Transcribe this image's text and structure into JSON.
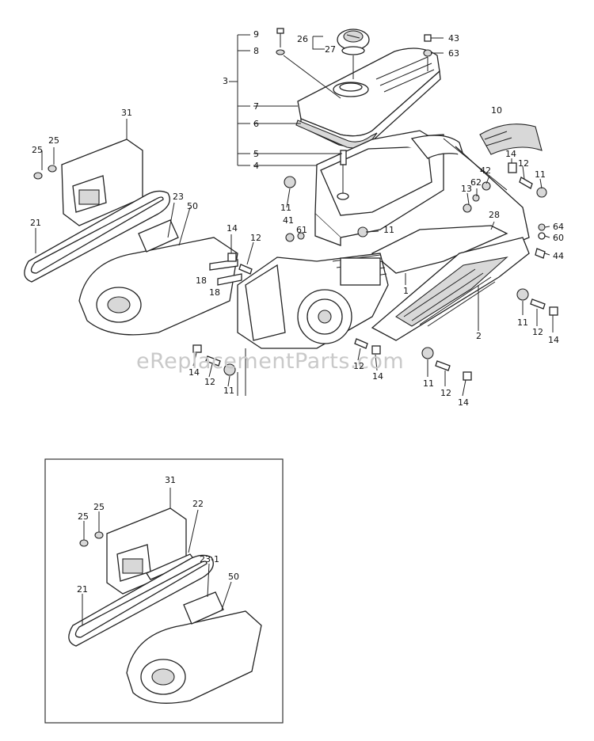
{
  "watermark": "eReplacementParts.com",
  "labels": [
    {
      "id": "l9",
      "text": "9"
    },
    {
      "id": "l8",
      "text": "8"
    },
    {
      "id": "l3",
      "text": "3"
    },
    {
      "id": "l7",
      "text": "7"
    },
    {
      "id": "l6",
      "text": "6"
    },
    {
      "id": "l5",
      "text": "5"
    },
    {
      "id": "l4",
      "text": "4"
    },
    {
      "id": "l26",
      "text": "26"
    },
    {
      "id": "l27",
      "text": "27"
    },
    {
      "id": "l43",
      "text": "43"
    },
    {
      "id": "l63",
      "text": "63"
    },
    {
      "id": "l10",
      "text": "10"
    },
    {
      "id": "l14a",
      "text": "14"
    },
    {
      "id": "l12a",
      "text": "12"
    },
    {
      "id": "l11a",
      "text": "11"
    },
    {
      "id": "l42",
      "text": "42"
    },
    {
      "id": "l62",
      "text": "62"
    },
    {
      "id": "l13",
      "text": "13"
    },
    {
      "id": "l28",
      "text": "28"
    },
    {
      "id": "l64",
      "text": "64"
    },
    {
      "id": "l60",
      "text": "60"
    },
    {
      "id": "l44",
      "text": "44"
    },
    {
      "id": "l31",
      "text": "31"
    },
    {
      "id": "l25a",
      "text": "25"
    },
    {
      "id": "l25b",
      "text": "25"
    },
    {
      "id": "l23",
      "text": "23"
    },
    {
      "id": "l50",
      "text": "50"
    },
    {
      "id": "l21",
      "text": "21"
    },
    {
      "id": "l11b",
      "text": "11"
    },
    {
      "id": "l41",
      "text": "41"
    },
    {
      "id": "l61",
      "text": "61"
    },
    {
      "id": "l11c",
      "text": "11"
    },
    {
      "id": "l14b",
      "text": "14"
    },
    {
      "id": "l12b",
      "text": "12"
    },
    {
      "id": "l18a",
      "text": "18"
    },
    {
      "id": "l18b",
      "text": "18"
    },
    {
      "id": "l1",
      "text": "1"
    },
    {
      "id": "l2",
      "text": "2"
    },
    {
      "id": "l11d",
      "text": "11"
    },
    {
      "id": "l12c",
      "text": "12"
    },
    {
      "id": "l14c",
      "text": "14"
    },
    {
      "id": "l12d",
      "text": "12"
    },
    {
      "id": "l14d",
      "text": "14"
    },
    {
      "id": "l14e",
      "text": "14"
    },
    {
      "id": "l12e",
      "text": "12"
    },
    {
      "id": "l11e",
      "text": "11"
    },
    {
      "id": "l11f",
      "text": "11"
    },
    {
      "id": "l12f",
      "text": "12"
    },
    {
      "id": "l14f",
      "text": "14"
    },
    {
      "id": "i31",
      "text": "31"
    },
    {
      "id": "i25a",
      "text": "25"
    },
    {
      "id": "i25b",
      "text": "25"
    },
    {
      "id": "i22",
      "text": "22"
    },
    {
      "id": "i231",
      "text": "23-1"
    },
    {
      "id": "i50",
      "text": "50"
    },
    {
      "id": "i21",
      "text": "21"
    }
  ]
}
